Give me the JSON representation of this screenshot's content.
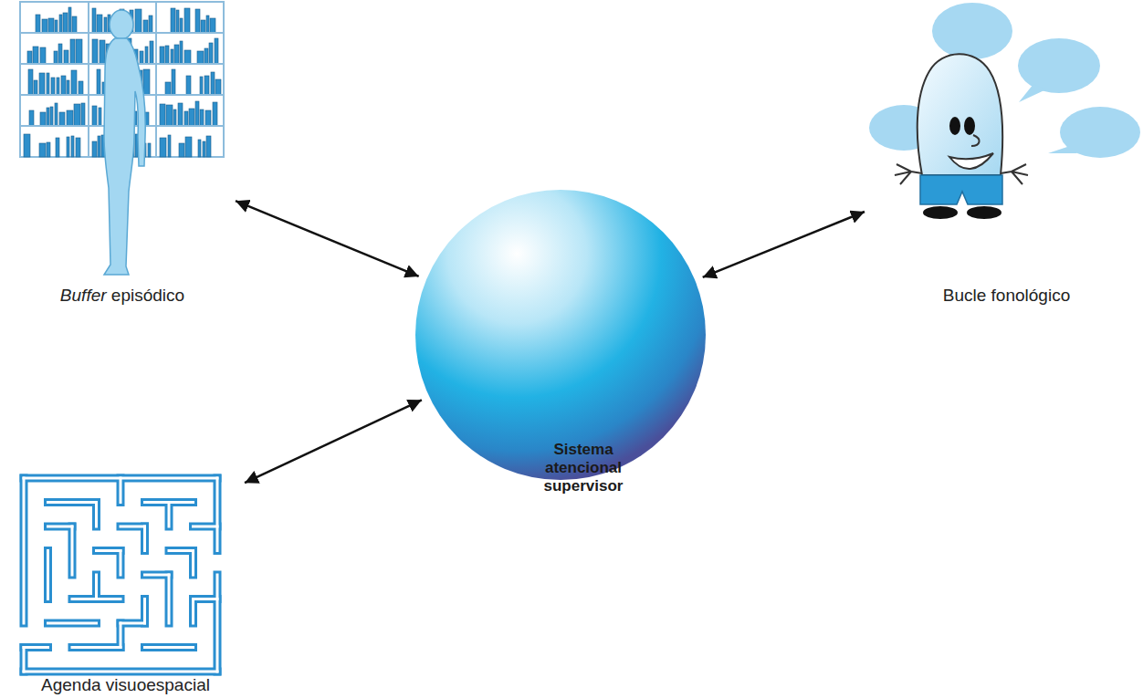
{
  "diagram": {
    "nodes": [
      {
        "text": [
          "Buffer episódico"
        ]
      },
      {
        "text": [
          "Bucle fonológico"
        ]
      },
      {
        "text": [
          "Sistema atencional supervisor"
        ]
      },
      {
        "text": [
          "Agenda visuoespacial"
        ]
      }
    ],
    "edges": [
      {
        "from": 2,
        "to": 0,
        "arrow": "both"
      },
      {
        "from": 2,
        "to": 1,
        "arrow": "both"
      },
      {
        "from": 2,
        "to": 3,
        "arrow": "both"
      }
    ]
  }
}
